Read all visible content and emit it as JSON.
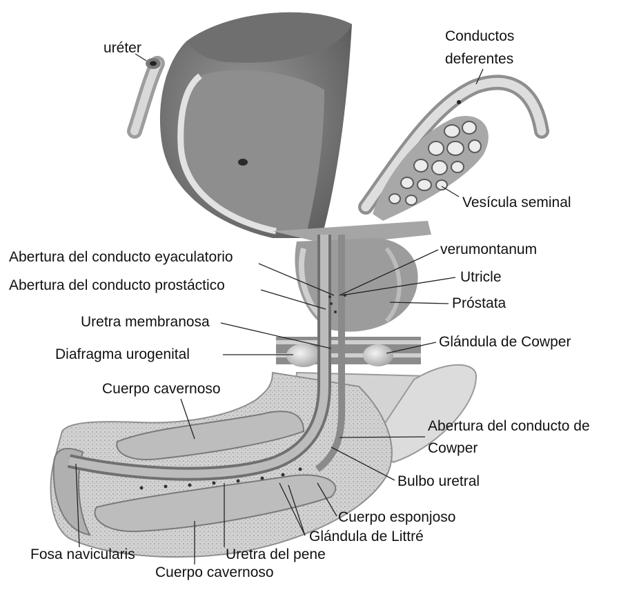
{
  "labels": {
    "ureter": "uréter",
    "conductos_1": "Conductos",
    "conductos_2": "deferentes",
    "vesicula": "Vesícula seminal",
    "abertura_eyaculatorio": "Abertura del conducto eyaculatorio",
    "verumontanum": "verumontanum",
    "abertura_prostatico": "Abertura del conducto prostáctico",
    "utricle": "Utricle",
    "prostata": "Próstata",
    "uretra_membranosa": "Uretra membranosa",
    "diafragma": "Diafragma urogenital",
    "cowper": "Glándula de Cowper",
    "cuerpo_cavernoso_top": "Cuerpo cavernoso",
    "abertura_cowper_1": "Abertura del conducto de",
    "abertura_cowper_2": "Cowper",
    "bulbo": "Bulbo uretral",
    "esponjoso": "Cuerpo esponjoso",
    "littre": "Glándula de Littré",
    "fosa": "Fosa navicularis",
    "uretra_pene": "Uretra del pene",
    "cuerpo_cavernoso_bottom": "Cuerpo cavernoso"
  },
  "colors": {
    "bladder": "#8a8a8a",
    "bladder_dark": "#5e5e5e",
    "wall": "#d6d6d6",
    "spongy": "#cfcfcf",
    "cavernous": "#bdbdbd",
    "prostate": "#9c9c9c"
  }
}
